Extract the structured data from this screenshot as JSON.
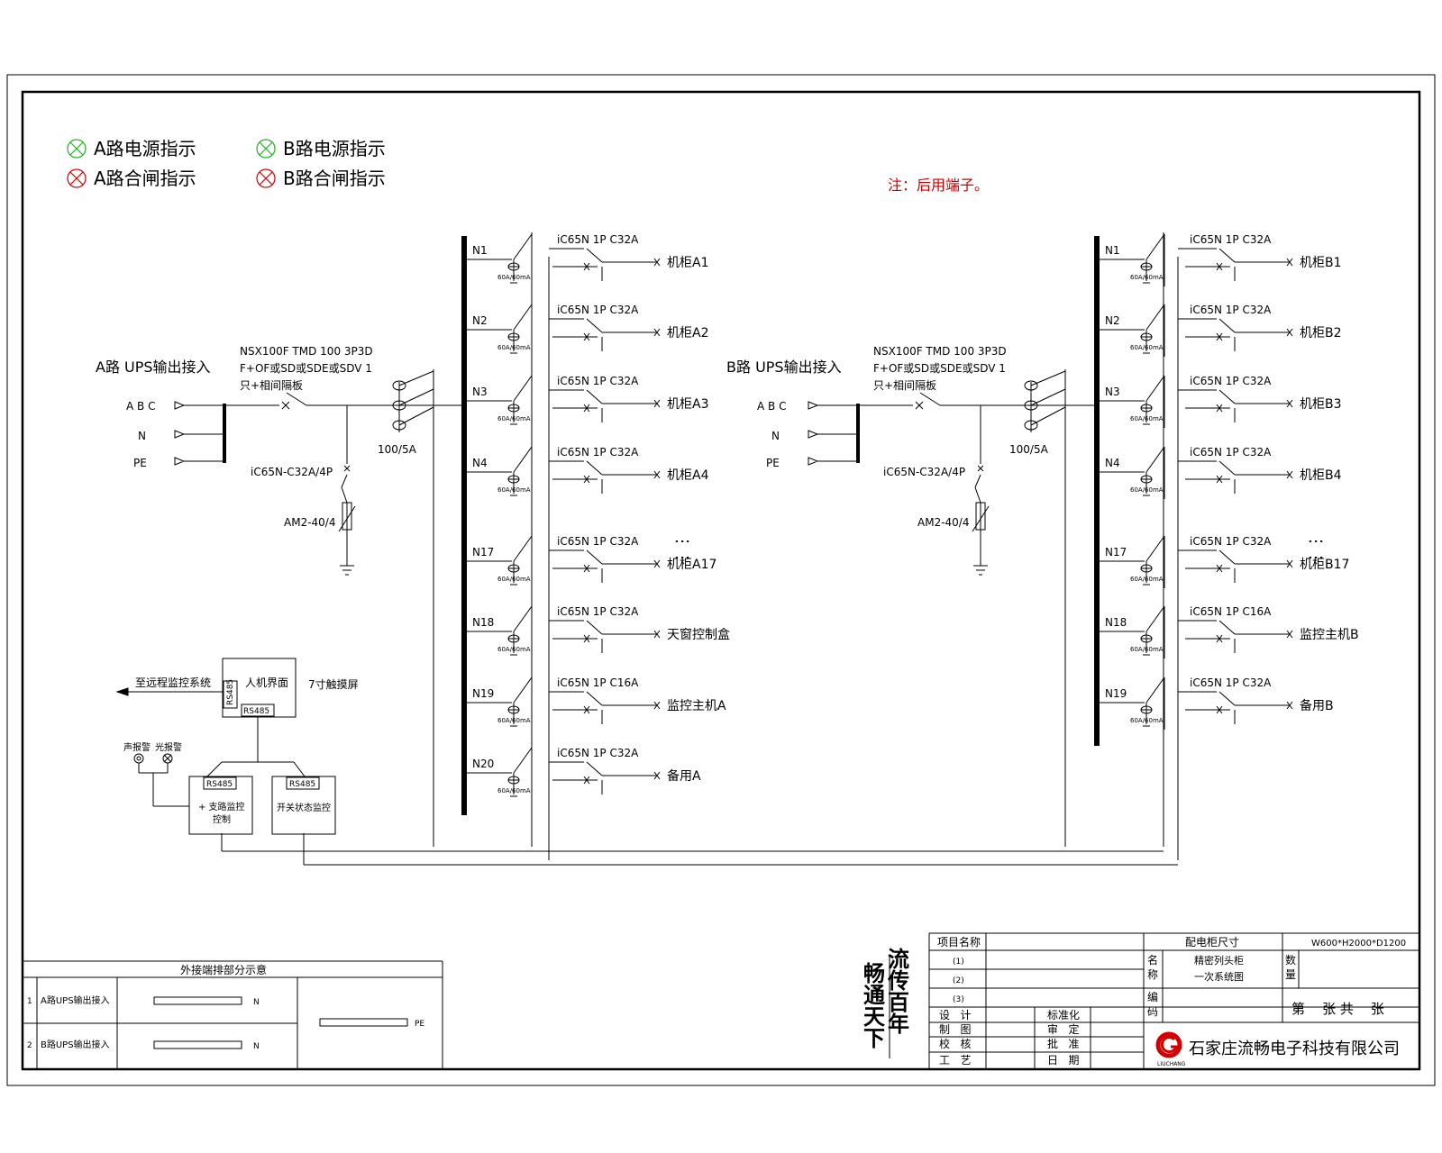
{
  "legend": {
    "a_power": "A路电源指示",
    "b_power": "B路电源指示",
    "a_close": "A路合闸指示",
    "b_close": "B路合闸指示"
  },
  "note": "注：后用端子。",
  "colors": {
    "power_indicator": "#22b022",
    "close_indicator": "#d00000",
    "note": "#d00000"
  },
  "side_a": {
    "input_title": "A路 UPS输出接入",
    "main_breaker": [
      "NSX100F TMD 100 3P3D",
      "F+OF或SD或SDE或SDV 1",
      "只+相间隔板"
    ],
    "ct_label": "100/5A",
    "spd_breaker": "iC65N-C32A/4P",
    "spd_label": "AM2-40/4",
    "feeders": [
      {
        "n": "N1",
        "breaker": "iC65N 1P C32A",
        "load": "机柜A1"
      },
      {
        "n": "N2",
        "breaker": "iC65N 1P C32A",
        "load": "机柜A2"
      },
      {
        "n": "N3",
        "breaker": "iC65N 1P C32A",
        "load": "机柜A3"
      },
      {
        "n": "N4",
        "breaker": "iC65N 1P C32A",
        "load": "机柜A4"
      },
      {
        "n": "N17",
        "breaker": "iC65N 1P C32A",
        "load": "机柜A17"
      },
      {
        "n": "N18",
        "breaker": "iC65N 1P C32A",
        "load": "天窗控制盒"
      },
      {
        "n": "N19",
        "breaker": "iC65N 1P C16A",
        "load": "监控主机A"
      },
      {
        "n": "N20",
        "breaker": "iC65N 1P C32A",
        "load": "备用A"
      }
    ]
  },
  "side_b": {
    "input_title": "B路 UPS输出接入",
    "main_breaker": [
      "NSX100F TMD 100 3P3D",
      "F+OF或SD或SDE或SDV 1",
      "只+相间隔板"
    ],
    "ct_label": "100/5A",
    "spd_breaker": "iC65N-C32A/4P",
    "spd_label": "AM2-40/4",
    "feeders": [
      {
        "n": "N1",
        "breaker": "iC65N 1P C32A",
        "load": "机柜B1"
      },
      {
        "n": "N2",
        "breaker": "iC65N 1P C32A",
        "load": "机柜B2"
      },
      {
        "n": "N3",
        "breaker": "iC65N 1P C32A",
        "load": "机柜B3"
      },
      {
        "n": "N4",
        "breaker": "iC65N 1P C32A",
        "load": "机柜B4"
      },
      {
        "n": "N17",
        "breaker": "iC65N 1P C32A",
        "load": "机柜B17"
      },
      {
        "n": "N18",
        "breaker": "iC65N 1P C16A",
        "load": "监控主机B"
      },
      {
        "n": "N19",
        "breaker": "iC65N 1P C32A",
        "load": "备用B"
      }
    ]
  },
  "terminals": {
    "abc": "A B C",
    "n": "N",
    "pe": "PE"
  },
  "ct_small": "60A/60mA",
  "monitor": {
    "remote": "至远程监控系统",
    "hmi": "人机界面",
    "screen": "7寸触摸屏",
    "rs485": "RS485",
    "sound_alarm": "声报警",
    "light_alarm": "光报警",
    "branch_box": [
      "+ 支路监控",
      "控制"
    ],
    "switch_box": "开关状态监控"
  },
  "terminal_table": {
    "title": "外接端排部分示意",
    "rows": [
      {
        "no": "1",
        "label": "A路UPS输出接入",
        "term": "N"
      },
      {
        "no": "2",
        "label": "B路UPS输出接入",
        "term": "N"
      }
    ],
    "pe": "PE"
  },
  "slogan": [
    "流传百年",
    "畅通天下"
  ],
  "title_block": {
    "project_name": "项目名称",
    "cabinet_size_label": "配电柜尺寸",
    "cabinet_size": "W600*H2000*D1200",
    "rows_num": [
      "(1)",
      "(2)",
      "(3)"
    ],
    "name_label": [
      "名",
      "称"
    ],
    "drawing_name": [
      "精密列头柜",
      "一次系统图"
    ],
    "qty_label": [
      "数",
      "量"
    ],
    "code_label": [
      "编",
      "码"
    ],
    "sheet": "第    张 共    张",
    "left_labels": [
      "设   计",
      "制   图",
      "校   核",
      "工   艺"
    ],
    "mid_labels": [
      "标准化",
      "审   定",
      "批   准",
      "日   期"
    ],
    "company": "石家庄流畅电子科技有限公司",
    "logo_sub": "LIUCHANG"
  }
}
